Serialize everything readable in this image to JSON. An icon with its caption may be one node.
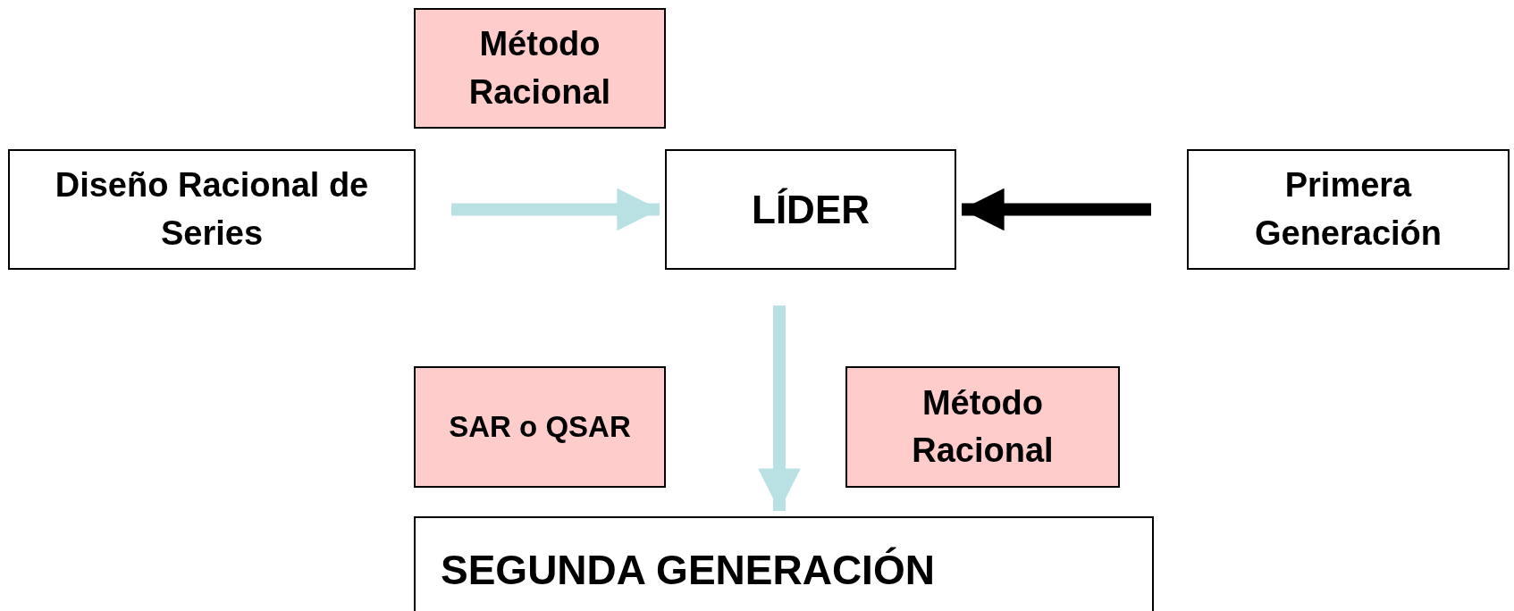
{
  "diagram": {
    "nodes": [
      {
        "text": [
          "Método Racional"
        ]
      },
      {
        "text": [
          "Diseño Racional de Series"
        ]
      },
      {
        "text": [
          "LÍDER"
        ]
      },
      {
        "text": [
          "Primera Generación"
        ]
      },
      {
        "text": [
          "SAR o QSAR"
        ]
      },
      {
        "text": [
          "Método Racional"
        ]
      },
      {
        "text": [
          "SEGUNDA GENERACIÓN"
        ]
      }
    ],
    "edges": [
      {
        "from": 1,
        "to": 2,
        "arrow": "to"
      },
      {
        "from": 3,
        "to": 2,
        "arrow": "to",
        "color": "#000000"
      },
      {
        "from": 2,
        "to": 6,
        "arrow": "to"
      }
    ]
  }
}
